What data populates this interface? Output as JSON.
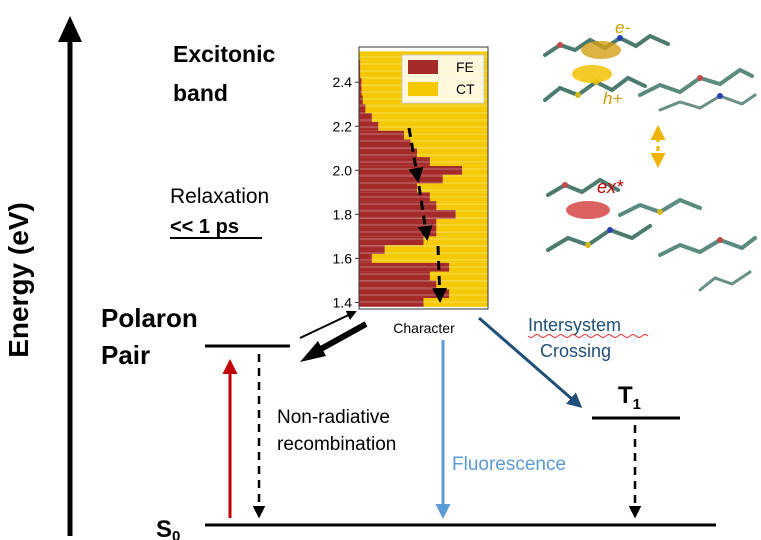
{
  "axis": {
    "energy_label": "Energy (eV)"
  },
  "labels": {
    "excitonic_band_line1": "Excitonic",
    "excitonic_band_line2": "band",
    "relaxation": "Relaxation",
    "relaxation_time": "<< 1 ps",
    "polaron_line1": "Polaron",
    "polaron_line2": "Pair",
    "intersystem_line1": "Intersystem",
    "intersystem_line2": "Crossing",
    "nonrad_line1": "Non-radiative",
    "nonrad_line2": "recombination",
    "fluorescence": "Fluorescence",
    "t1": "T",
    "t1_sub": "1",
    "s0": "S",
    "s0_sub": "0",
    "electron": "e-",
    "hole": "h+",
    "exciton": "ex*"
  },
  "colors": {
    "fe": "#a52a2a",
    "ct": "#f4c900",
    "red_arrow": "#c00000",
    "fluorescence": "#5b9bd5",
    "isc": "#1f4e79",
    "orange_dash": "#f0b400"
  },
  "chart_data": {
    "type": "area",
    "title": "",
    "xlabel": "Character",
    "ylabel": "",
    "ylim": [
      1.37,
      2.56
    ],
    "yticks": [
      1.4,
      1.6,
      1.8,
      2.0,
      2.2,
      2.4
    ],
    "legend": {
      "placement": "top-right",
      "entries": [
        "FE",
        "CT"
      ]
    },
    "series": [
      {
        "name": "FE",
        "energy": [
          1.4,
          1.44,
          1.48,
          1.52,
          1.56,
          1.6,
          1.64,
          1.68,
          1.72,
          1.76,
          1.8,
          1.84,
          1.88,
          1.92,
          1.96,
          2.0,
          2.04,
          2.08,
          2.12,
          2.16,
          2.2,
          2.24,
          2.28,
          2.32,
          2.36,
          2.4,
          2.44,
          2.48,
          2.52
        ],
        "fraction": [
          0.5,
          0.7,
          0.6,
          0.55,
          0.7,
          0.1,
          0.2,
          0.5,
          0.6,
          0.6,
          0.75,
          0.6,
          0.55,
          0.45,
          0.65,
          0.8,
          0.55,
          0.45,
          0.4,
          0.35,
          0.15,
          0.1,
          0.05,
          0.03,
          0.02,
          0.02,
          0.01,
          0.01,
          0.0
        ]
      },
      {
        "name": "CT",
        "note": "remaining fraction"
      }
    ],
    "tick_labels": [
      "1.4",
      "1.6",
      "1.8",
      "2.0",
      "2.2",
      "2.4"
    ]
  }
}
